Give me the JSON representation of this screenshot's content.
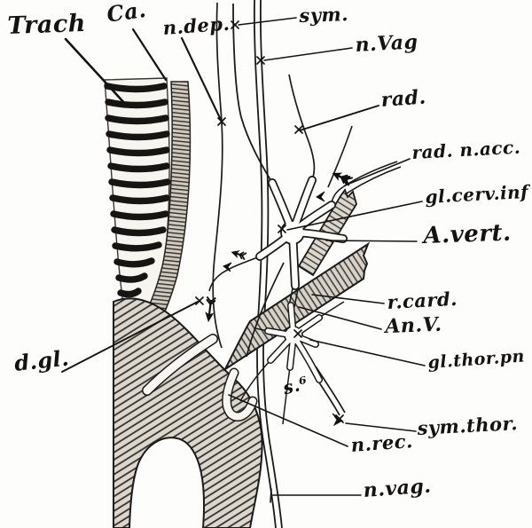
{
  "figure": {
    "type": "anatomical-engraving",
    "ink_color": "#1a1a1a",
    "background_color": "#fdfdfc",
    "labels": {
      "trach": {
        "text": "Trach"
      },
      "ca": {
        "text": "Ca."
      },
      "n_dep": {
        "text": "n.dep."
      },
      "sym_top": {
        "text": "sym."
      },
      "n_vag_top": {
        "text": "n.Vag"
      },
      "rad": {
        "text": "rad."
      },
      "rad_n_acc": {
        "text": "rad. n.acc."
      },
      "gl_cerv_inf": {
        "text": "gl.cerv.inf"
      },
      "a_vert": {
        "text": "A.vert."
      },
      "r_card": {
        "text": "r.card."
      },
      "an_v": {
        "text": "An.V."
      },
      "gl_thor_pn": {
        "text": "gl.thor.pn"
      },
      "d_gl": {
        "text": "d.gl."
      },
      "s6": {
        "text": "s.⁶"
      },
      "sym_thor": {
        "text": "sym.thor."
      },
      "n_rec": {
        "text": "n.rec."
      },
      "n_vag_bot": {
        "text": "n.vag."
      }
    }
  }
}
